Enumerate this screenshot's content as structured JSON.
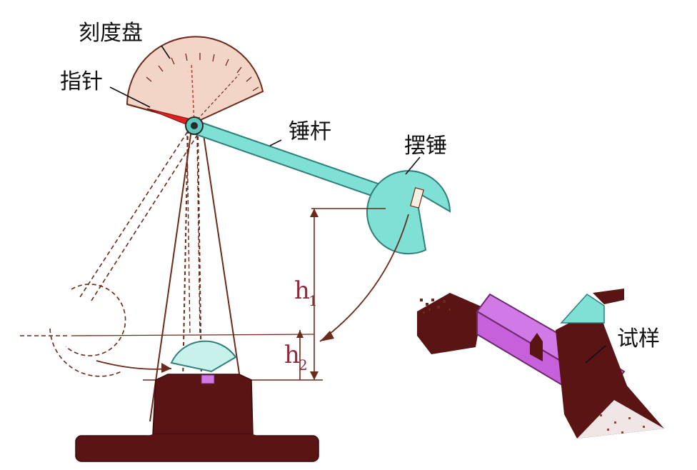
{
  "diagram": {
    "labels": {
      "dial": "刻度盘",
      "pointer": "指针",
      "hammer_rod": "锤杆",
      "pendulum_hammer": "摆锤",
      "specimen": "试样",
      "h1_base": "h",
      "h1_sub": "1",
      "h2_base": "h",
      "h2_sub": "2"
    },
    "colors": {
      "dial": "#f3d5c8",
      "rod": "#7fe0d6",
      "hammer": "#c8f1ec",
      "base": "#5a1414",
      "specimen": "#d279e8",
      "pointer": "#e02020",
      "outline": "#6b2a1a"
    }
  }
}
